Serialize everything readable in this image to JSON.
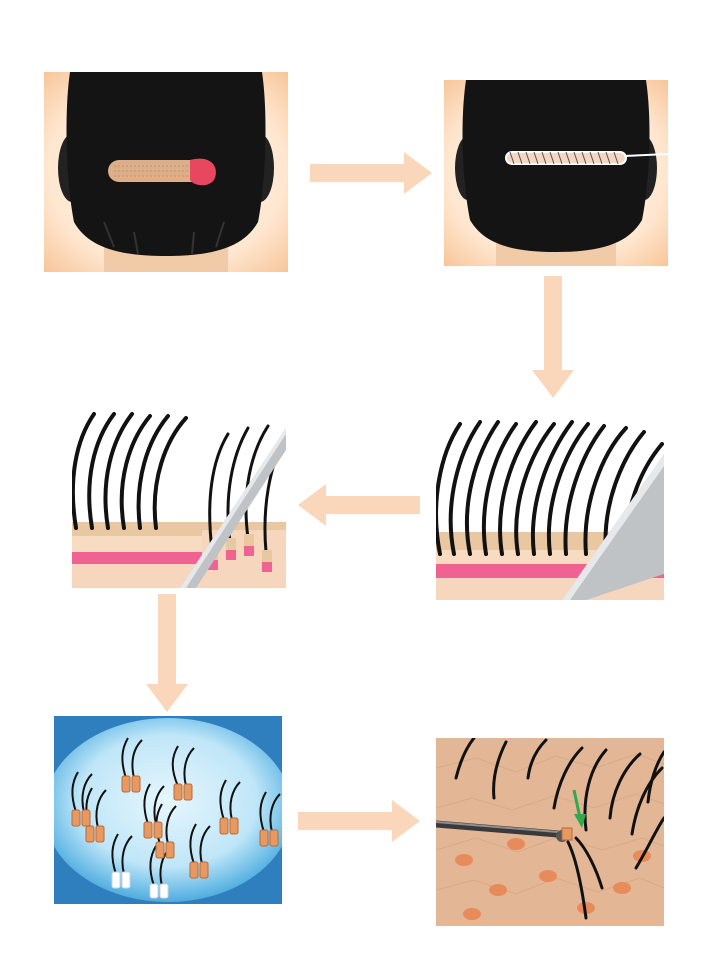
{
  "colors": {
    "arrow": "#fad7bb",
    "hair": "#111111",
    "skin": "#e9c7a0",
    "skin_light": "#f7dcc2",
    "dermis_pink": "#f06292",
    "strip": "#dcae8a",
    "blade": "#bfc3c6",
    "dish_blue": "#3a8fcf",
    "recipient_skin": "#e3b796",
    "site_orange": "#e88b5a",
    "guide_arrow": "#2eaa4f"
  },
  "steps": [
    {
      "id": "strip-harvest"
    },
    {
      "id": "wound-suture"
    },
    {
      "id": "strip-skin-layers"
    },
    {
      "id": "slivering"
    },
    {
      "id": "grafts-in-dish"
    },
    {
      "id": "graft-implantation"
    }
  ]
}
